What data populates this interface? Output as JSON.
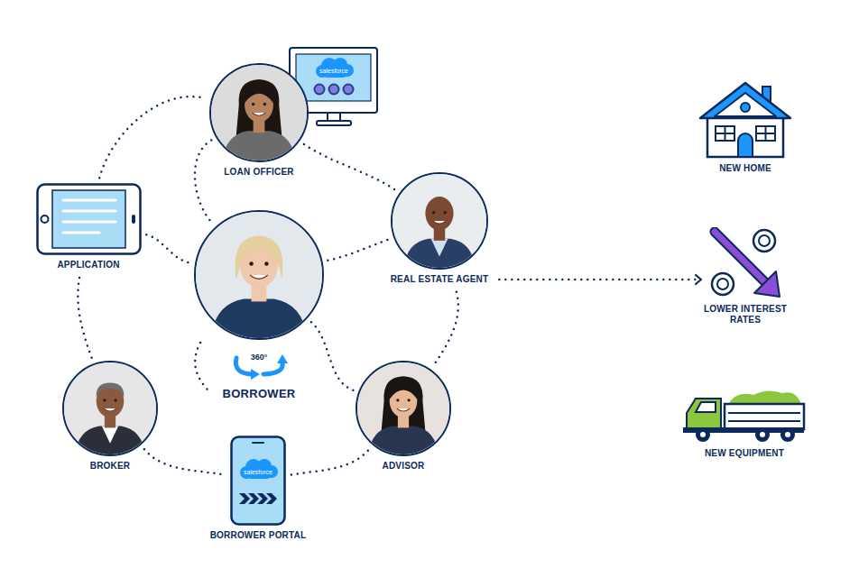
{
  "diagram": {
    "nodes": [
      {
        "text": [
          "LOAN OFFICER"
        ]
      },
      {
        "text": [
          "APPLICATION"
        ]
      },
      {
        "text": [
          "BORROWER"
        ]
      },
      {
        "text": [
          "REAL ESTATE AGENT"
        ]
      },
      {
        "text": [
          "BROKER"
        ]
      },
      {
        "text": [
          "ADVISOR"
        ]
      },
      {
        "text": [
          "BORROWER PORTAL"
        ]
      },
      {
        "text": [
          "NEW HOME"
        ]
      },
      {
        "text": [
          "LOWER INTEREST RATES"
        ]
      },
      {
        "text": [
          "NEW EQUIPMENT"
        ]
      }
    ],
    "edges": [
      {
        "from": 1,
        "to": 0,
        "arrow": "none"
      },
      {
        "from": 0,
        "to": 3,
        "arrow": "none"
      },
      {
        "from": 0,
        "to": 2,
        "arrow": "none"
      },
      {
        "from": 1,
        "to": 2,
        "arrow": "none"
      },
      {
        "from": 1,
        "to": 4,
        "arrow": "none"
      },
      {
        "from": 2,
        "to": 3,
        "arrow": "none"
      },
      {
        "from": 3,
        "to": 5,
        "arrow": "none"
      },
      {
        "from": 2,
        "to": 5,
        "arrow": "none"
      },
      {
        "from": 4,
        "to": 6,
        "arrow": "none"
      },
      {
        "from": 6,
        "to": 5,
        "arrow": "none"
      },
      {
        "from": 3,
        "to": 8,
        "arrow": "to"
      }
    ],
    "labels": [
      "salesforce",
      "360°",
      "salesforce"
    ]
  }
}
